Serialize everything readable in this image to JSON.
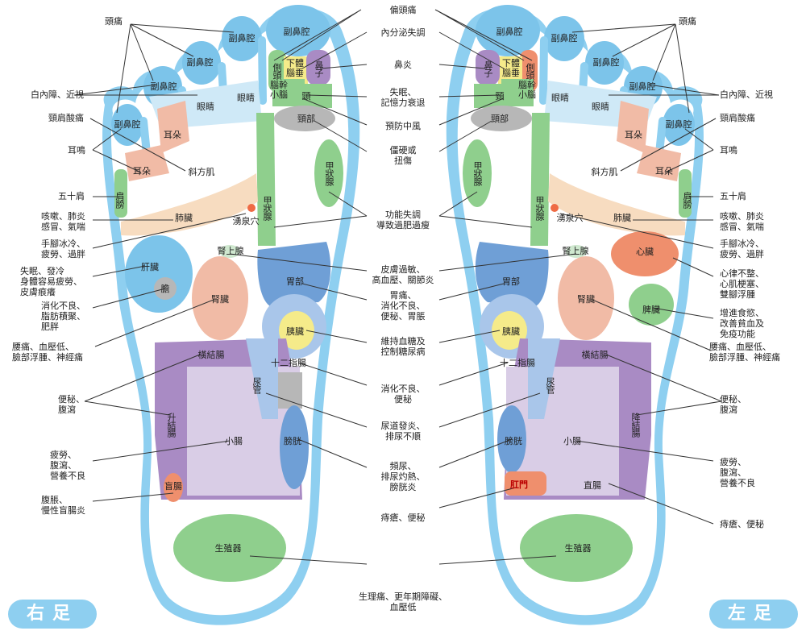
{
  "badges": {
    "right_foot": "右足",
    "left_foot": "左足"
  },
  "center_labels": {
    "migraine": "偏頭痛",
    "endocrine": "內分泌失調",
    "rhinitis": "鼻炎",
    "insomnia": "失眠、\n記憶力衰退",
    "stroke": "預防中風",
    "stiff": "僵硬或\n扭傷",
    "thyroid_fn": "功能失調\n導致過肥過瘦",
    "skin": "皮膚過敏、\n高血壓、關節炎",
    "stomach": "胃痛、\n消化不良、\n便秘、胃脹",
    "blood_sugar": "維持血糖及\n控制糖尿病",
    "duodenum": "消化不良、\n便秘",
    "urethra": "尿道發炎、\n排尿不順",
    "bladder": "頻尿、\n排尿灼熱、\n膀胱炎",
    "hemorrhoid": "痔瘡、便秘",
    "reproductive": "生理痛、更年期障礙、\n血壓低"
  },
  "left_labels": {
    "headache": "頭痛",
    "cataract": "白內障、近視",
    "neck": "頸肩酸痛",
    "tinnitus": "耳鳴",
    "frozen": "五十肩",
    "cough": "咳嗽、肺炎\n感冒、氣喘",
    "cold": "手腳冰冷、\n疲勞、過胖",
    "liver": "失眠、發冷\n身體容易疲勞、\n皮膚痕癢",
    "gall": "消化不良、\n脂肪積聚、\n肥胖",
    "kidney": "腰痛、血壓低、\n臉部浮腫、神經痛",
    "constipation": "便秘、\n腹瀉",
    "fatigue": "疲勞、\n腹瀉、\n營養不良",
    "appendix": "腹脹、\n慢性盲腸炎"
  },
  "right_labels": {
    "headache": "頭痛",
    "cataract": "白內障、近視",
    "neck": "頸肩酸痛",
    "tinnitus": "耳鳴",
    "frozen": "五十肩",
    "cough": "咳嗽、肺炎\n感冒、氣喘",
    "cold": "手腳冰冷、\n疲勞、過胖",
    "heart": "心律不整、\n心肌梗塞、\n雙腳浮腫",
    "spleen": "增進食慾、\n改善貧血及\n免疫功能",
    "kidney": "腰痛、血壓低、\n臉部浮腫、神經痛",
    "constipation": "便秘、\n腹瀉",
    "fatigue": "疲勞、\n腹瀉、\n營養不良",
    "hemorrhoid": "痔瘡、便秘"
  },
  "zones": {
    "sinus": "副鼻腔",
    "eyes": "眼睛",
    "ears": "耳朵",
    "trapezius": "斜方肌",
    "temple": "側頭",
    "pituitary": "下體\n腦垂",
    "nose": "鼻子",
    "brain": "腦幹\n小腦",
    "cervical": "頸",
    "neck": "頸部",
    "thyroid": "甲狀腺",
    "parathyroid": "甲狀腺",
    "shoulder": "肩膀",
    "lung": "肺臟",
    "yongquan": "湧泉穴",
    "liver": "肝臟",
    "gall": "膽",
    "adrenal": "腎上腺",
    "kidney": "腎臟",
    "stomach": "胃部",
    "pancreas": "胰臟",
    "transverse": "橫結腸",
    "duodenum": "十二指腸",
    "ureter": "尿管",
    "ascending": "升結腸",
    "descending": "降結腸",
    "small_int": "小腸",
    "bladder": "膀胱",
    "appendix": "盲腸",
    "rectum": "直腸",
    "anus": "肛門",
    "heart": "心臟",
    "spleen": "脾臟",
    "genital": "生殖器"
  },
  "colors": {
    "outline": "#8ecff0",
    "sole": "#ffffff",
    "sinus": "#7cc4ea",
    "eye": "#cfe9f7",
    "ear": "#f5c9b3",
    "green": "#8fcf8d",
    "blue": "#6f9fd6",
    "light_blue": "#a9c6ea",
    "purple": "#a98bc4",
    "light_purple": "#d9cde6",
    "yellow": "#f5eb8a",
    "pink": "#f1bba6",
    "orange": "#ef8f6d",
    "gray": "#b7b7b7",
    "peach": "#f7dcc0"
  }
}
